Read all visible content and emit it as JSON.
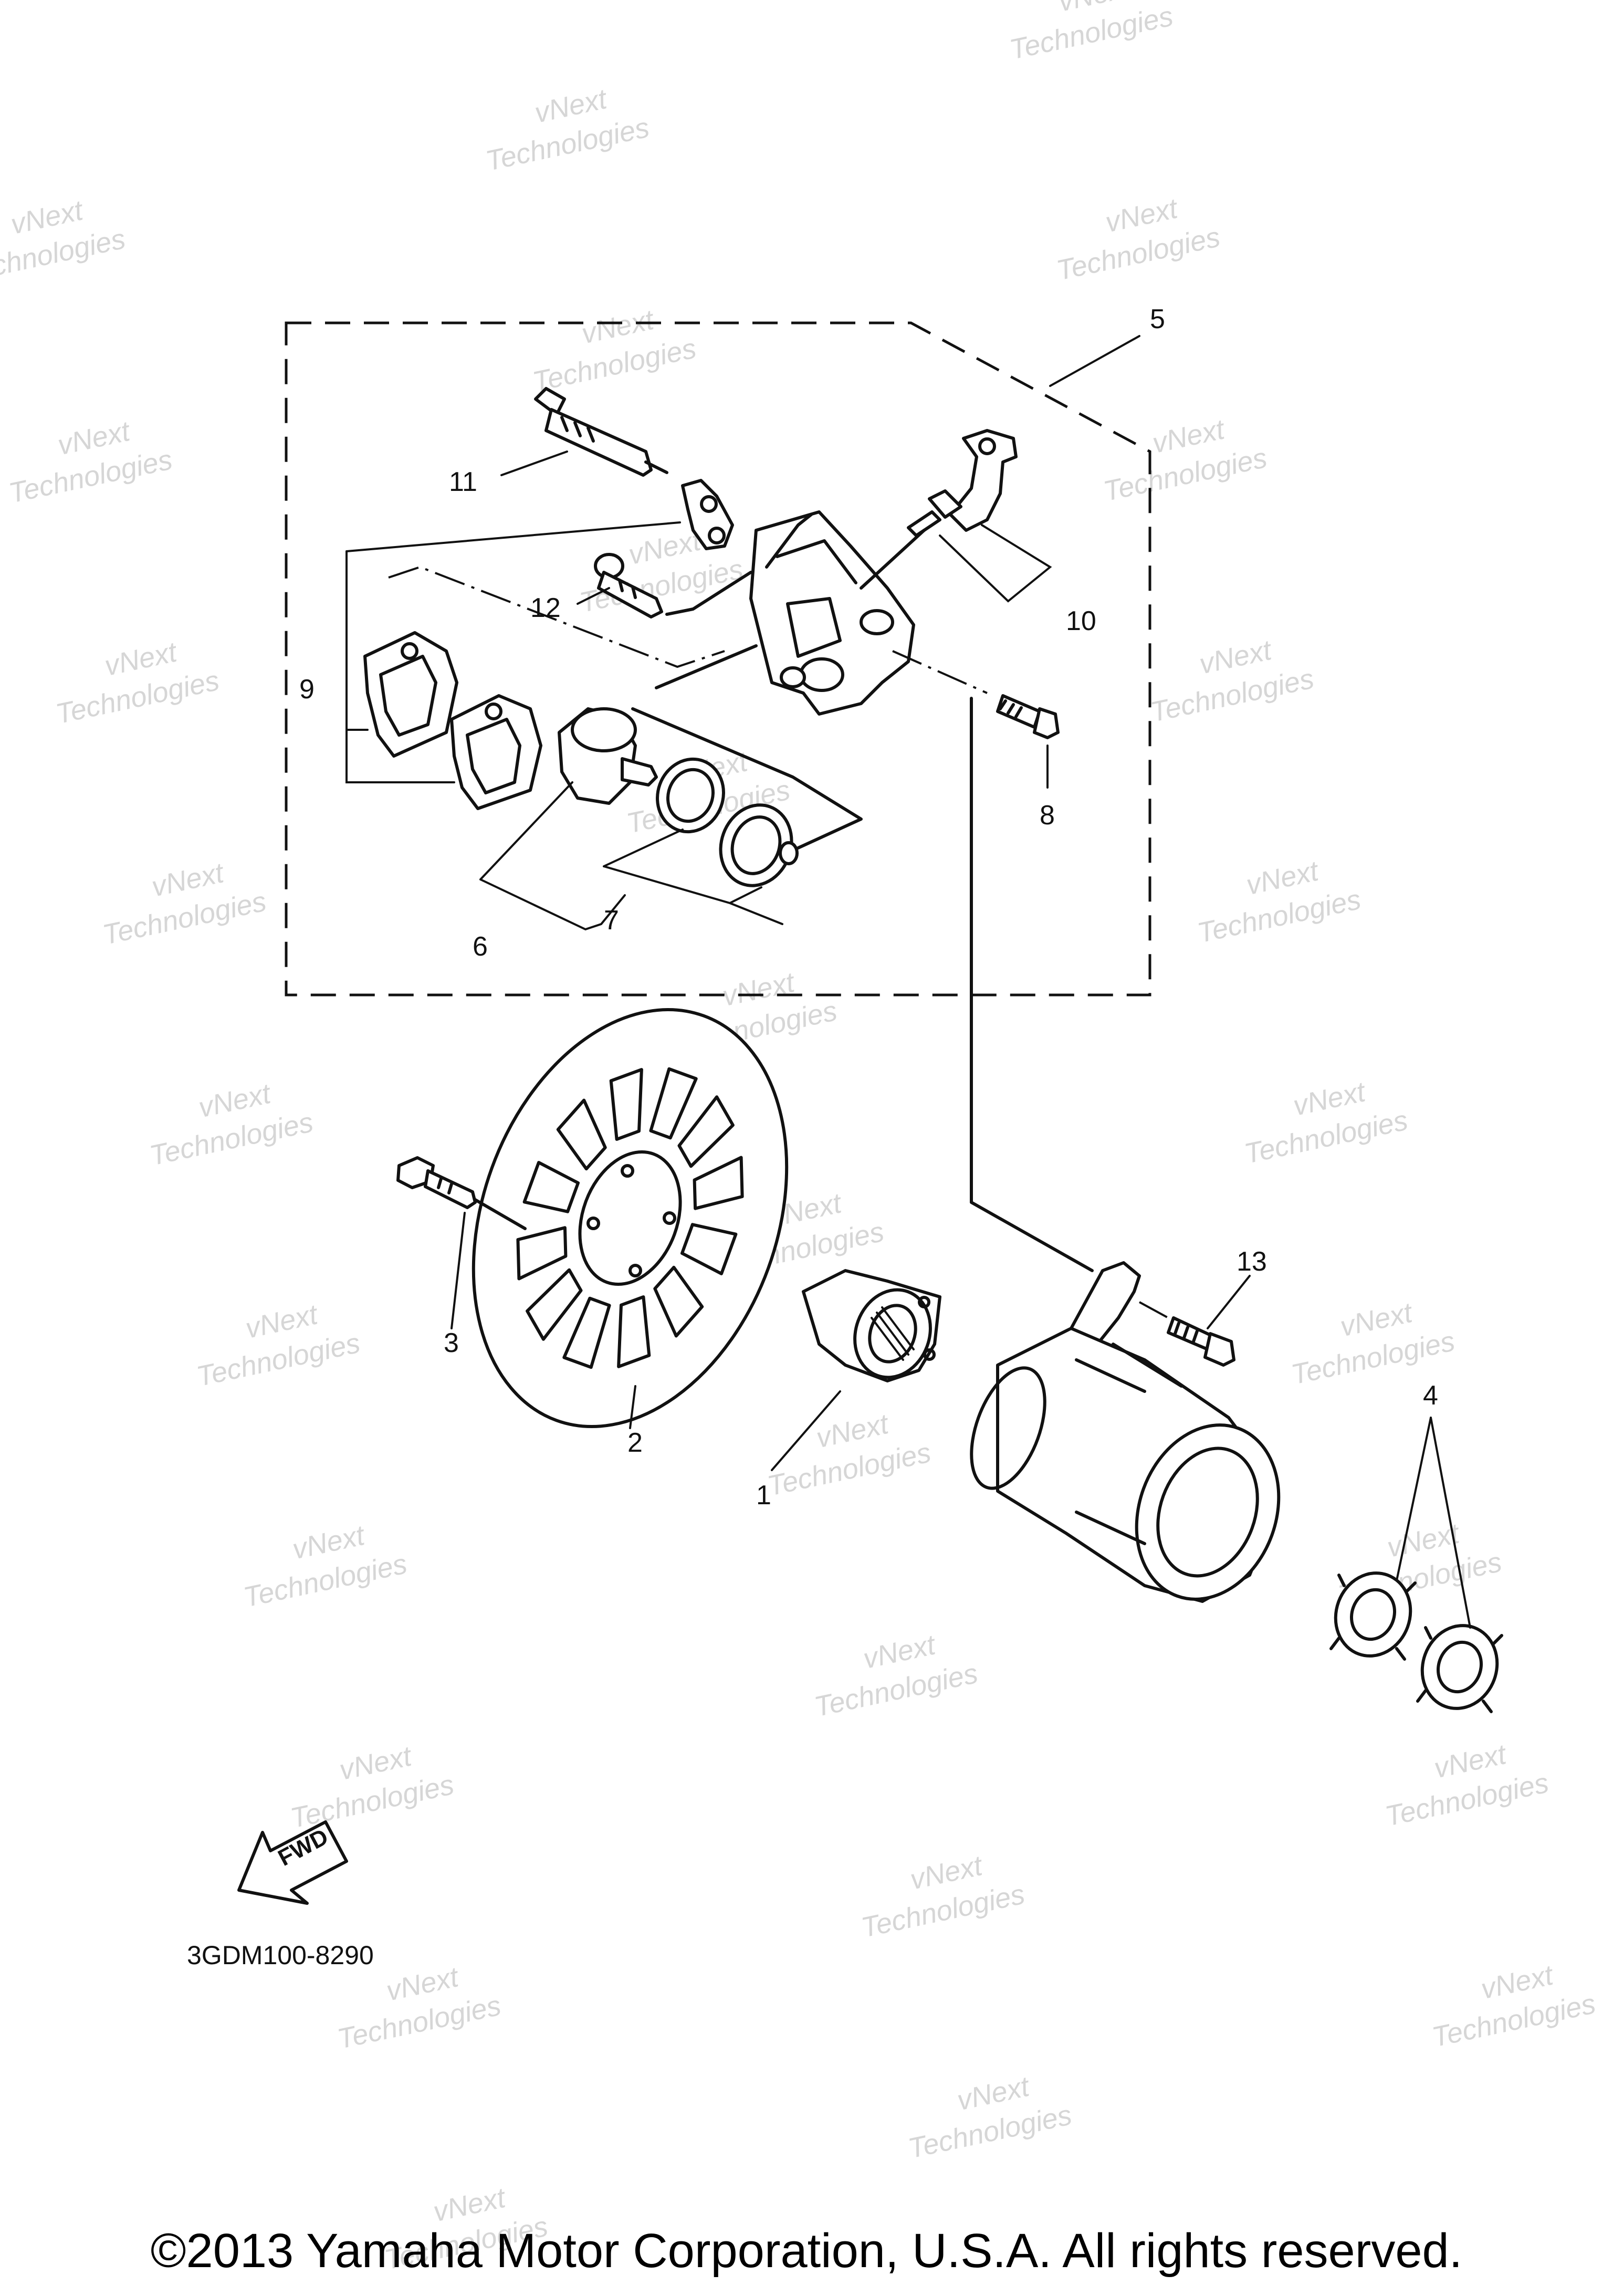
{
  "diagram": {
    "drawing_code": "3GDM100-8290",
    "copyright": "©2013 Yamaha Motor Corporation, U.S.A. All rights reserved.",
    "fwd_label": "FWD",
    "watermark": {
      "line1": "vNext",
      "line2": "Technologies"
    },
    "callouts": {
      "p1": "1",
      "p2": "2",
      "p3": "3",
      "p4": "4",
      "p5": "5",
      "p6": "6",
      "p7": "7",
      "p8": "8",
      "p9": "9",
      "p10": "10",
      "p11": "11",
      "p12": "12",
      "p13": "13"
    }
  }
}
